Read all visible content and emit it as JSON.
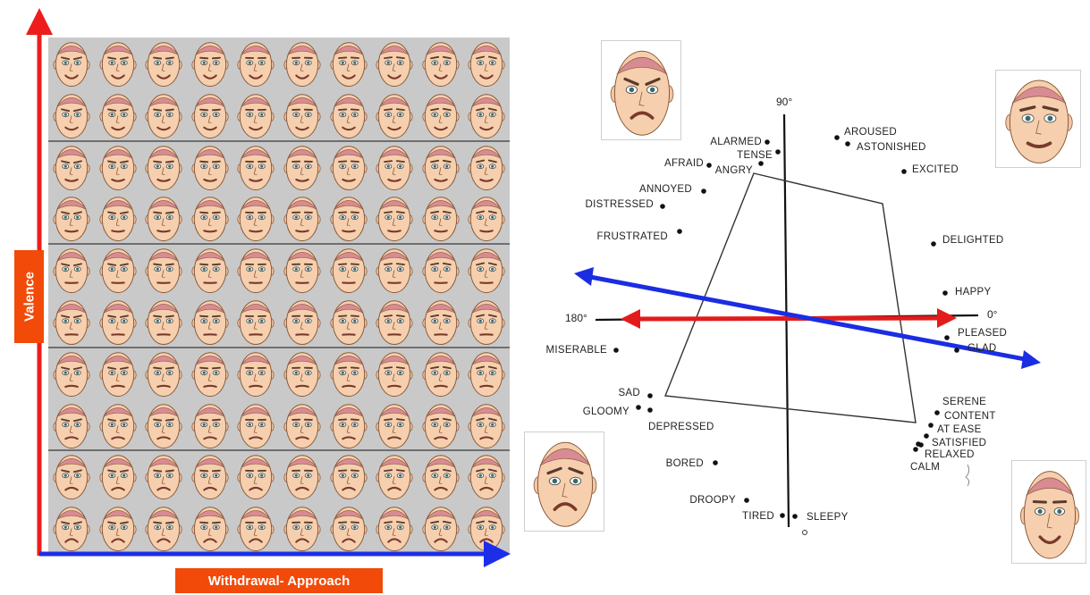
{
  "left_panel": {
    "grid": {
      "rows": 10,
      "cols": 10
    },
    "y_axis_label": "Valence",
    "x_axis_label": "Withdrawal- Approach",
    "y_axis_color": "#ee1c1c",
    "x_axis_color": "#1c2ee8",
    "label_bg_color": "#f24a08"
  },
  "right_panel": {
    "degree_labels": {
      "top": "90°",
      "left": "180°",
      "right": "0°"
    },
    "emotions": [
      {
        "id": "aroused",
        "label": "AROUSED"
      },
      {
        "id": "astonished",
        "label": "ASTONISHED"
      },
      {
        "id": "excited",
        "label": "EXCITED"
      },
      {
        "id": "alarmed",
        "label": "ALARMED"
      },
      {
        "id": "tense",
        "label": "TENSE"
      },
      {
        "id": "afraid",
        "label": "AFRAID"
      },
      {
        "id": "angry",
        "label": "ANGRY"
      },
      {
        "id": "annoyed",
        "label": "ANNOYED"
      },
      {
        "id": "distressed",
        "label": "DISTRESSED"
      },
      {
        "id": "frustrated",
        "label": "FRUSTRATED"
      },
      {
        "id": "delighted",
        "label": "DELIGHTED"
      },
      {
        "id": "happy",
        "label": "HAPPY"
      },
      {
        "id": "pleased",
        "label": "PLEASED"
      },
      {
        "id": "glad",
        "label": "GLAD"
      },
      {
        "id": "miserable",
        "label": "MISERABLE"
      },
      {
        "id": "sad",
        "label": "SAD"
      },
      {
        "id": "gloomy",
        "label": "GLOOMY"
      },
      {
        "id": "depressed",
        "label": "DEPRESSED"
      },
      {
        "id": "bored",
        "label": "BORED"
      },
      {
        "id": "droopy",
        "label": "DROOPY"
      },
      {
        "id": "tired",
        "label": "TIRED"
      },
      {
        "id": "sleepy",
        "label": "SLEEPY"
      },
      {
        "id": "serene",
        "label": "SERENE"
      },
      {
        "id": "content",
        "label": "CONTENT"
      },
      {
        "id": "at_ease",
        "label": "AT EASE"
      },
      {
        "id": "satisfied",
        "label": "SATISFIED"
      },
      {
        "id": "relaxed",
        "label": "RELAXED"
      },
      {
        "id": "calm",
        "label": "CALM"
      }
    ],
    "corner_faces": [
      {
        "id": "angry",
        "name": "angry-face"
      },
      {
        "id": "worried",
        "name": "worried-face"
      },
      {
        "id": "sad",
        "name": "sad-face"
      },
      {
        "id": "smiling",
        "name": "smiling-face"
      }
    ],
    "valence_arrow_color": "#e31b1b",
    "approach_arrow_color": "#1b2de3"
  }
}
